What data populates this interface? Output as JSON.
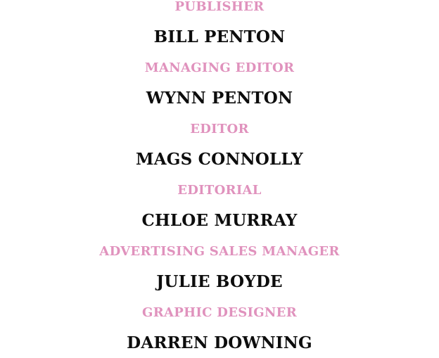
{
  "masthead": {
    "accent_color": "#e092bd",
    "name_color": "#0d0d0d",
    "entries": [
      {
        "role": "PUBLISHER",
        "name": "BILL PENTON"
      },
      {
        "role": "MANAGING EDITOR",
        "name": "WYNN PENTON"
      },
      {
        "role": "EDITOR",
        "name": "MAGS CONNOLLY"
      },
      {
        "role": "EDITORIAL",
        "name": "CHLOE MURRAY"
      },
      {
        "role": "ADVERTISING SALES MANAGER",
        "name": "JULIE BOYDE"
      },
      {
        "role": "GRAPHIC DESIGNER",
        "name": "DARREN DOWNING"
      }
    ]
  }
}
